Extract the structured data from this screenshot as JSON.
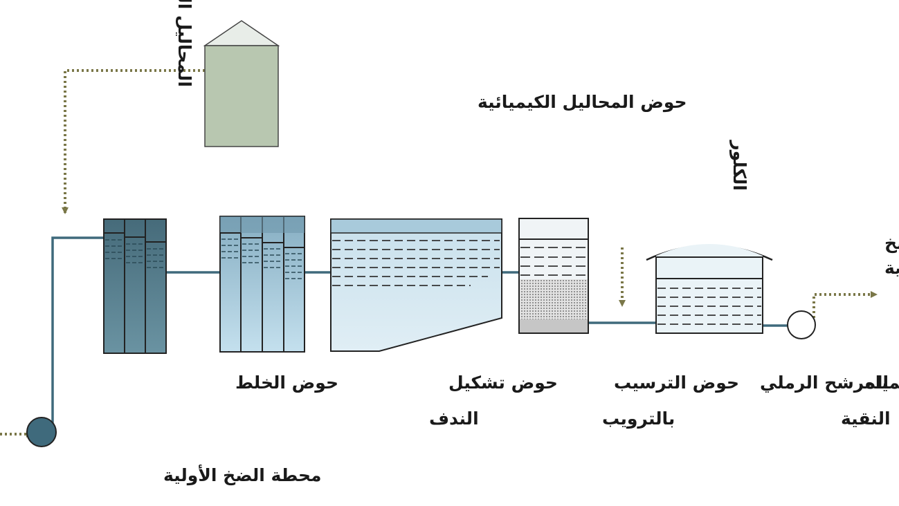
{
  "labels": {
    "chemical_tank": "حوض المحاليل الكيميائية",
    "chemical_solutions": "المحاليل الكيميائية",
    "mixing_tank": "حوض الخلط",
    "flocculation_tank_line1": "حوض تشكيل",
    "flocculation_tank_line2": "الندف",
    "sedimentation_tank_line1": "حوض الترسيب",
    "sedimentation_tank_line2": "بالترويب",
    "sand_filter": "المرشح الرملي",
    "chlorine": "الكلور",
    "clean_storage_line1": "خزان المياه",
    "clean_storage_line2": "النقية",
    "clean_pump_line1": "محطة ضخ",
    "clean_pump_line2": "المياه النقية",
    "raw_pump": "محطة الضخ الأولية"
  },
  "colors": {
    "pipe": "#3f6a7c",
    "dotted_flow": "#7a7748",
    "silo_fill": "#b8c7b0",
    "mixing_dark": "#4f7584",
    "flocculation_light": "#b6d6e6",
    "sedimentation_light": "#cde3ee",
    "sedimentation_header": "#a8cadb",
    "filter_fill": "#eaf3f7"
  }
}
